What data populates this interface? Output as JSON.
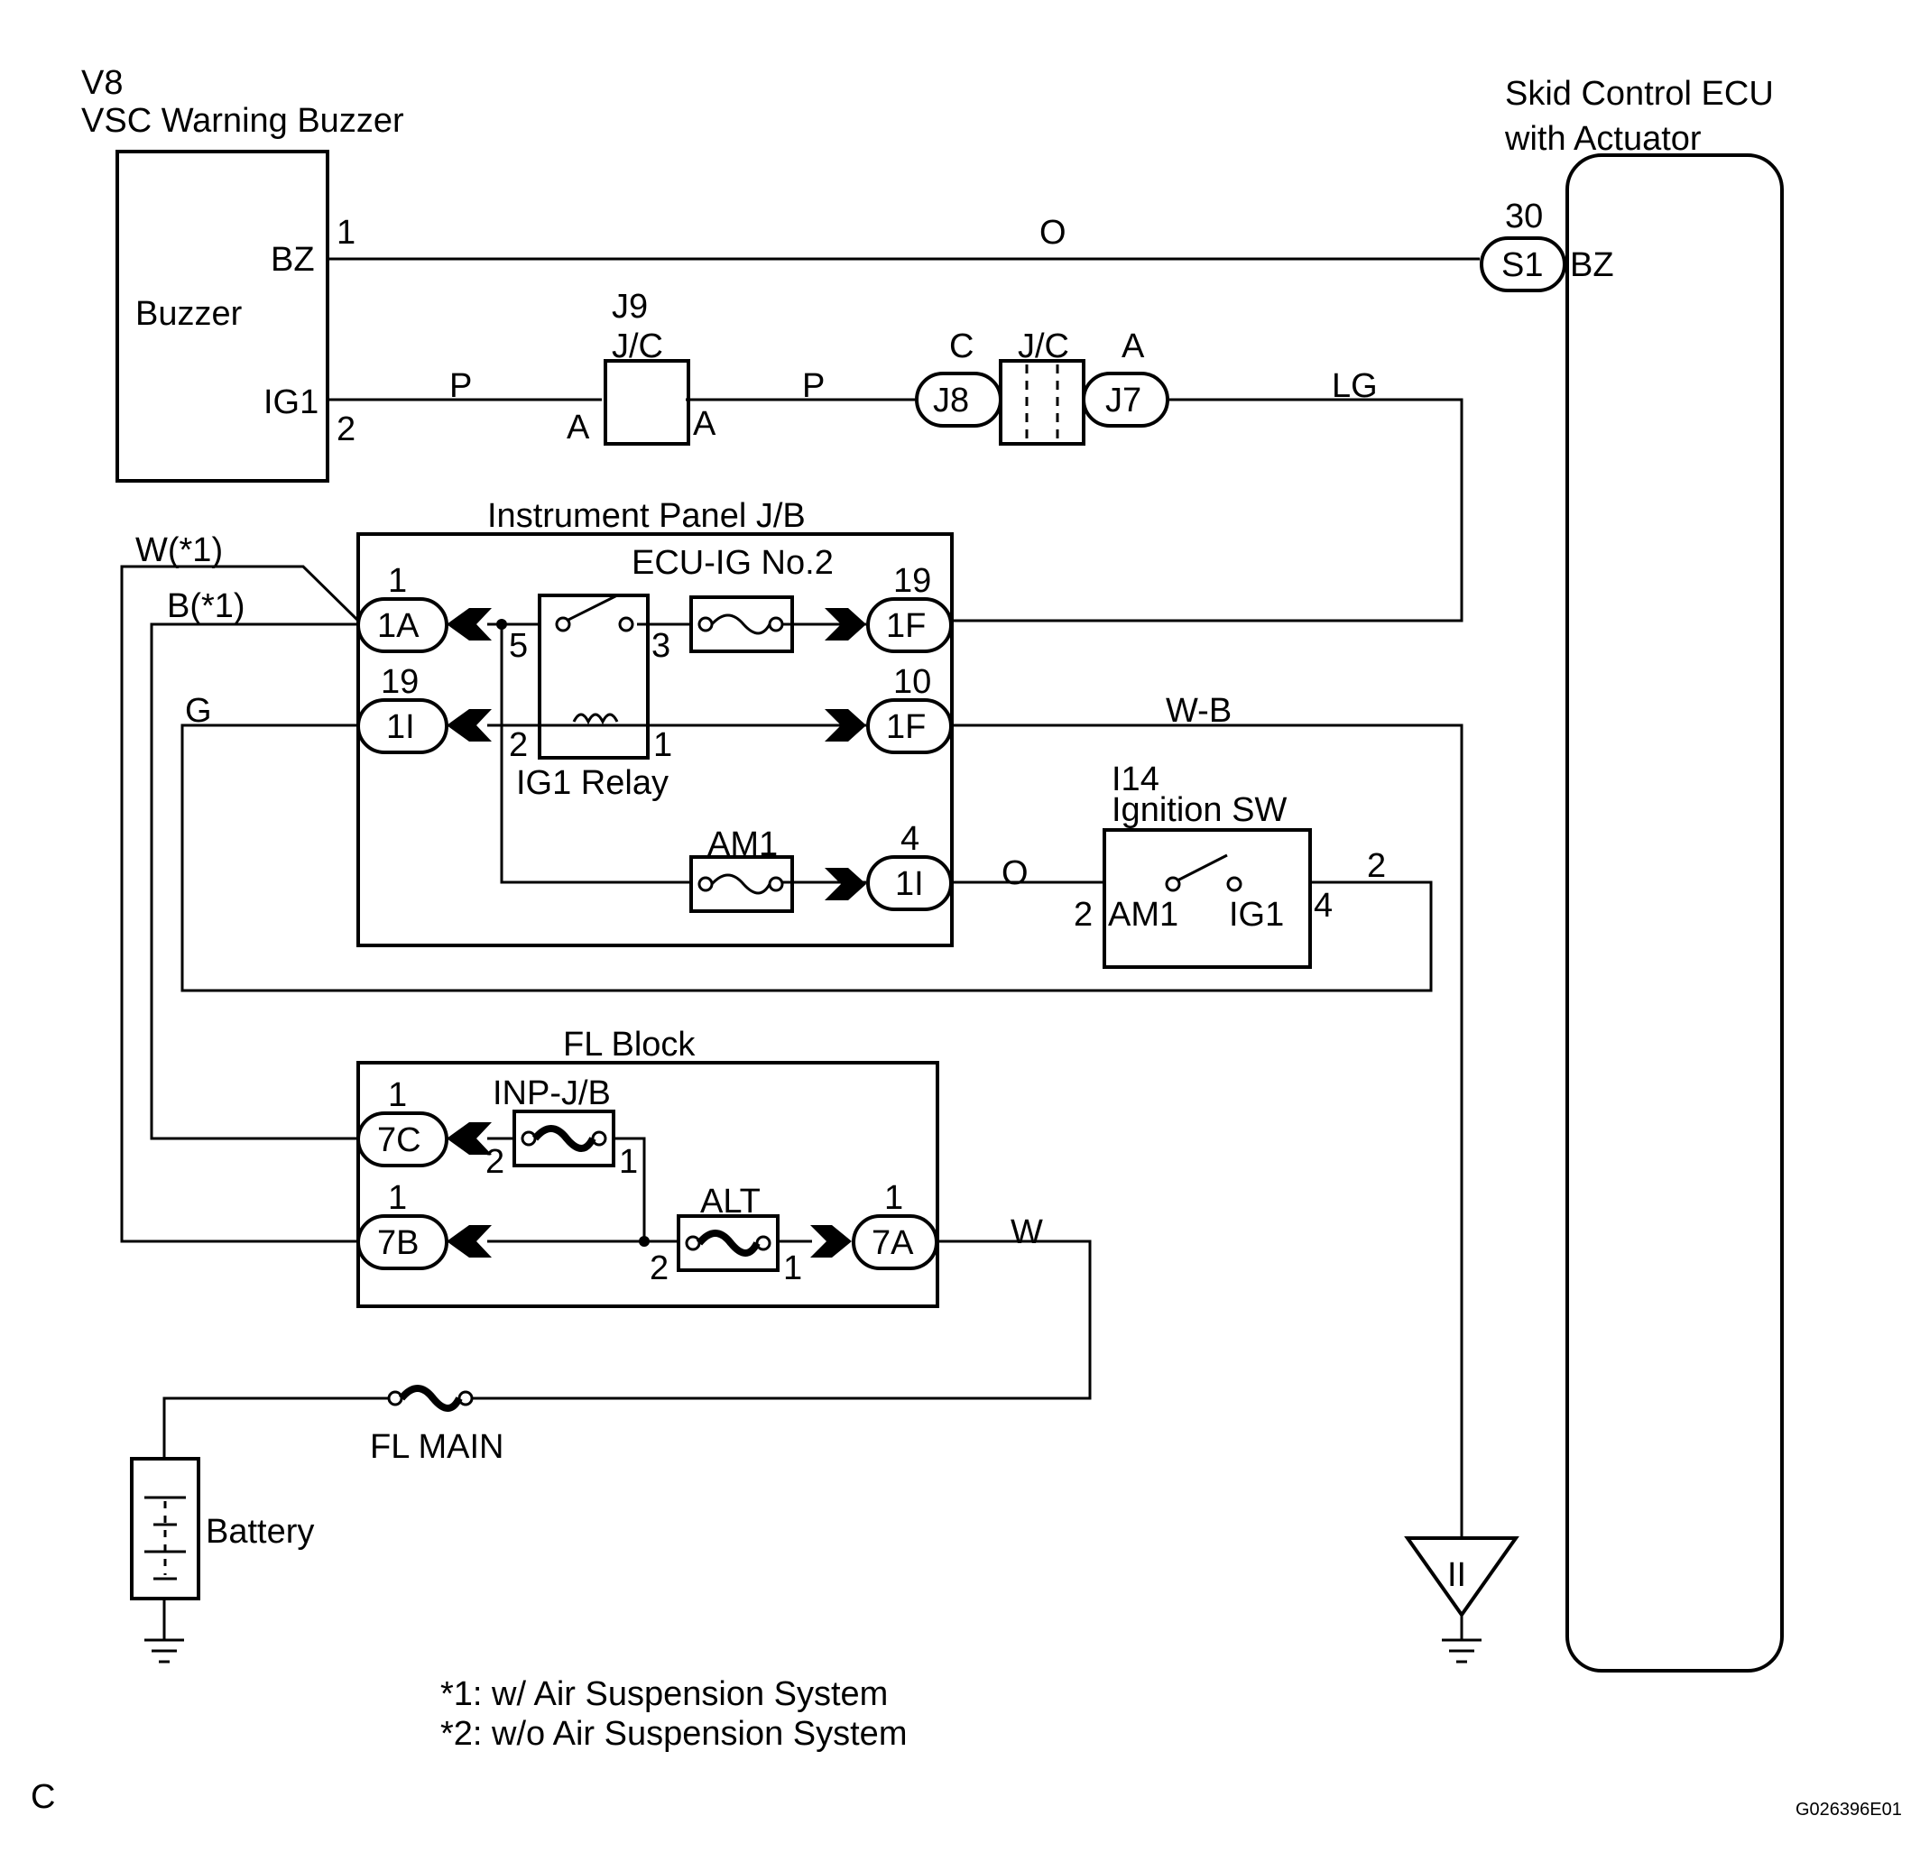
{
  "buzzer": {
    "code": "V8",
    "name": "VSC Warning Buzzer",
    "body": "Buzzer",
    "pin_bz": "BZ",
    "pin_ig1": "IG1",
    "num_1": "1",
    "num_2": "2"
  },
  "ecu": {
    "name_line1": "Skid Control ECU",
    "name_line2": "with Actuator",
    "pin_num": "30",
    "connector": "S1",
    "pin_bz": "BZ"
  },
  "wires": {
    "o_top": "O",
    "p_left": "P",
    "p_right": "P",
    "lg": "LG",
    "w1": "W(*1)",
    "b1": "B(*1)",
    "g": "G",
    "wb": "W-B",
    "o_mid": "O",
    "w_bottom": "W",
    "sw_out_num": "2"
  },
  "jc_j9": {
    "code": "J9",
    "name": "J/C",
    "pin_left": "A",
    "pin_right": "A"
  },
  "jc_j8j7": {
    "name": "J/C",
    "pin_c": "C",
    "pin_a": "A",
    "left": "J8",
    "right": "J7"
  },
  "ipjb": {
    "title": "Instrument Panel J/B",
    "fuse_ecuig": "ECU-IG No.2",
    "relay": "IG1 Relay",
    "relay_pin_5": "5",
    "relay_pin_3": "3",
    "relay_pin_2": "2",
    "relay_pin_1": "1",
    "fuse_am1": "AM1",
    "conn_1a": "1A",
    "conn_1a_num": "1",
    "conn_1i_left": "1I",
    "conn_1i_left_num": "19",
    "conn_1f_top": "1F",
    "conn_1f_top_num": "19",
    "conn_1f_mid": "1F",
    "conn_1f_mid_num": "10",
    "conn_1i_right": "1I",
    "conn_1i_right_num": "4"
  },
  "ignition": {
    "code": "I14",
    "name": "Ignition SW",
    "pin_am1": "AM1",
    "pin_ig1": "IG1",
    "num_left": "2",
    "num_right": "4"
  },
  "flblock": {
    "title": "FL Block",
    "fuse_inp": "INP-J/B",
    "inp_pin_2": "2",
    "inp_pin_1": "1",
    "fuse_alt": "ALT",
    "alt_pin_2": "2",
    "alt_pin_1": "1",
    "conn_7c": "7C",
    "conn_7c_num": "1",
    "conn_7b": "7B",
    "conn_7b_num": "1",
    "conn_7a": "7A",
    "conn_7a_num": "1"
  },
  "fl_main": "FL MAIN",
  "battery": "Battery",
  "ground_symbol": "II",
  "notes": {
    "n1": "*1: w/ Air Suspension System",
    "n2": "*2: w/o Air Suspension System"
  },
  "corner_c": "C",
  "figure_id": "G026396E01"
}
